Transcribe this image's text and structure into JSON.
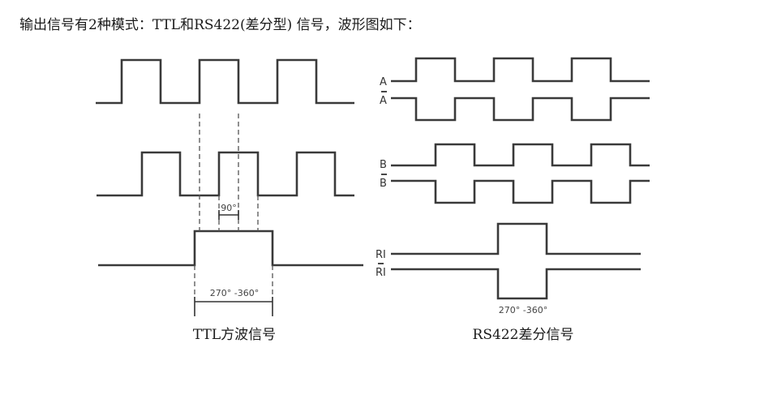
{
  "intro_text": "输出信号有2种模式：TTL和RS422(差分型) 信号，波形图如下：",
  "ttl": {
    "caption": "TTL方波信号",
    "phase_label": "90°",
    "index_width_label": "270° -360°"
  },
  "rs422": {
    "caption": "RS422差分信号",
    "labels": {
      "a": "A",
      "a_bar": "A",
      "b": "B",
      "b_bar": "B",
      "ri": "RI",
      "ri_bar": "RI"
    },
    "index_width_label": "270° -360°"
  },
  "colors": {
    "waveform": "#3a3a3a",
    "text": "#1a1a1a"
  }
}
